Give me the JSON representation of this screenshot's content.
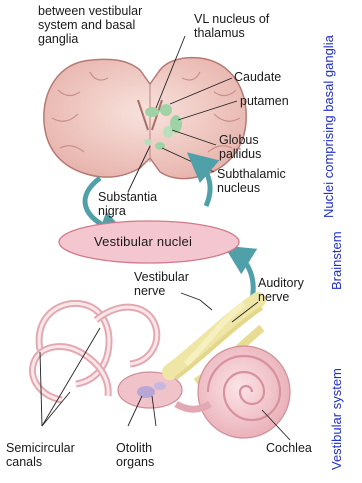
{
  "header_text": "between vestibular system and basal ganglia",
  "labels": {
    "vl_nucleus": "VL nucleus of thalamus",
    "caudate": "Caudate",
    "putamen": "putamen",
    "globus": "Globus pallidus",
    "subthalamic": "Subthalamic nucleus",
    "substantia": "Substantia nigra",
    "vestibular_nuclei": "Vestibular nuclei",
    "vestibular_nerve": "Vestibular nerve",
    "auditory_nerve": "Auditory nerve",
    "semicircular": "Semicircular canals",
    "otolith": "Otolith organs",
    "cochlea": "Cochlea"
  },
  "side_labels": {
    "nuclei": "Nuclei comprising basal ganglia",
    "brainstem": "Brainstem",
    "vestibular_system": "Vestibular system"
  },
  "colors": {
    "side_label": "#2331c4",
    "arrow": "#4fa0a8",
    "pill_fill": "#f4c6cf",
    "pill_stroke": "#d07a8a",
    "brain_fill": "#f1cfc9",
    "brain_stroke": "#b57a76",
    "basal_ganglia_green": "#9fd3a6"
  }
}
